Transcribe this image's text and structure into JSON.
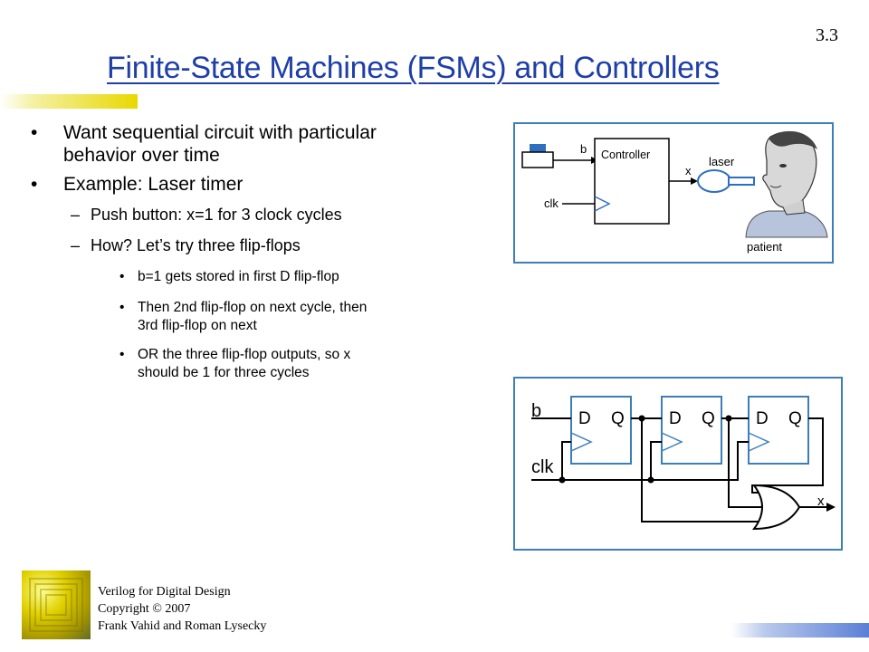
{
  "slide": {
    "number": "3.3",
    "title": "Finite-State Machines (FSMs) and Controllers"
  },
  "bullets": [
    {
      "level": 1,
      "text": "Want sequential circuit with particular"
    },
    {
      "level": 1,
      "text": "Example: Laser timer"
    }
  ],
  "bullet_texts": {
    "b1_line1": "Want sequential circuit with particular",
    "b1_line2": "behavior over time",
    "b2": "Example: Laser timer",
    "b2_sub1": "Push button: x=1 for 3 clock cycles",
    "b2_sub2": "How? Let’s try three flip-flops",
    "b3_1": "b=1 gets stored in first D flip-flop",
    "b3_2_line1": "Then 2nd flip-flop on next cycle, then",
    "b3_2_line2": "3rd flip-flop on next",
    "b3_3_line1": "OR the three flip-flop outputs, so x",
    "b3_3_line2": "should be 1 for three cycles",
    "dash": "–"
  },
  "figure1": {
    "b": "b",
    "controller": "Controller",
    "x": "x",
    "laser": "laser",
    "clk": "clk",
    "patient": "patient"
  },
  "figure2": {
    "b": "b",
    "clk": "clk",
    "x": "x",
    "d": "D",
    "q": "Q"
  },
  "footer": {
    "line1": "Verilog for Digital Design",
    "line2": "Copyright © 2007",
    "line3": "Frank Vahid and Roman Lysecky"
  },
  "colors": {
    "title": "#1f3fa8",
    "figure_border": "#3c7fb8",
    "button_blue": "#2f6fc0"
  }
}
